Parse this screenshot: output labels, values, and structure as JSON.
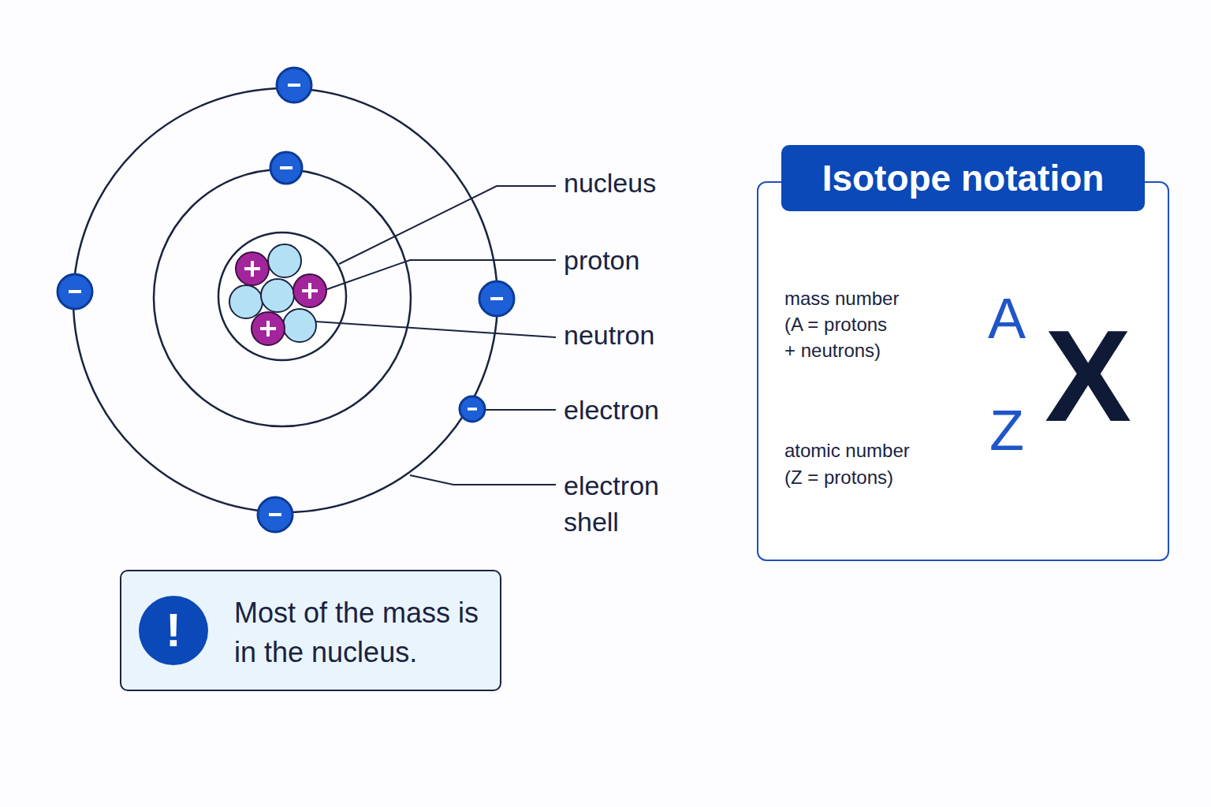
{
  "diagram": {
    "nodes": [
      {
        "text": [
          "Isotope notation"
        ]
      },
      {
        "text": [
          "Most of the mass is in the nucleus."
        ]
      },
      {
        "text": [
          "!"
        ],
        "in": 1
      }
    ],
    "labels": [
      "nucleus",
      "proton",
      "neutron",
      "electron",
      "electron shell",
      "mass number (A = protons + neutrons)",
      "A",
      "atomic number (Z = protons)",
      "Z",
      "X"
    ]
  }
}
